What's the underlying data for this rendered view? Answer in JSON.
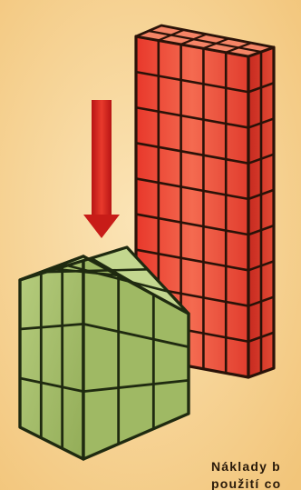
{
  "caption": {
    "line1": "Náklady b",
    "line2": "použití co"
  },
  "colors": {
    "background": "#f6d79a",
    "tall_block": "#ee4a38",
    "small_cube": "#a9c270",
    "arrow": "#d81e1e"
  },
  "illustration": {
    "tall_block_grid": {
      "columns": 5,
      "rows": 9,
      "depth_cells": 2
    },
    "small_cube_grid": {
      "size": 3
    },
    "arrow_direction": "down"
  }
}
